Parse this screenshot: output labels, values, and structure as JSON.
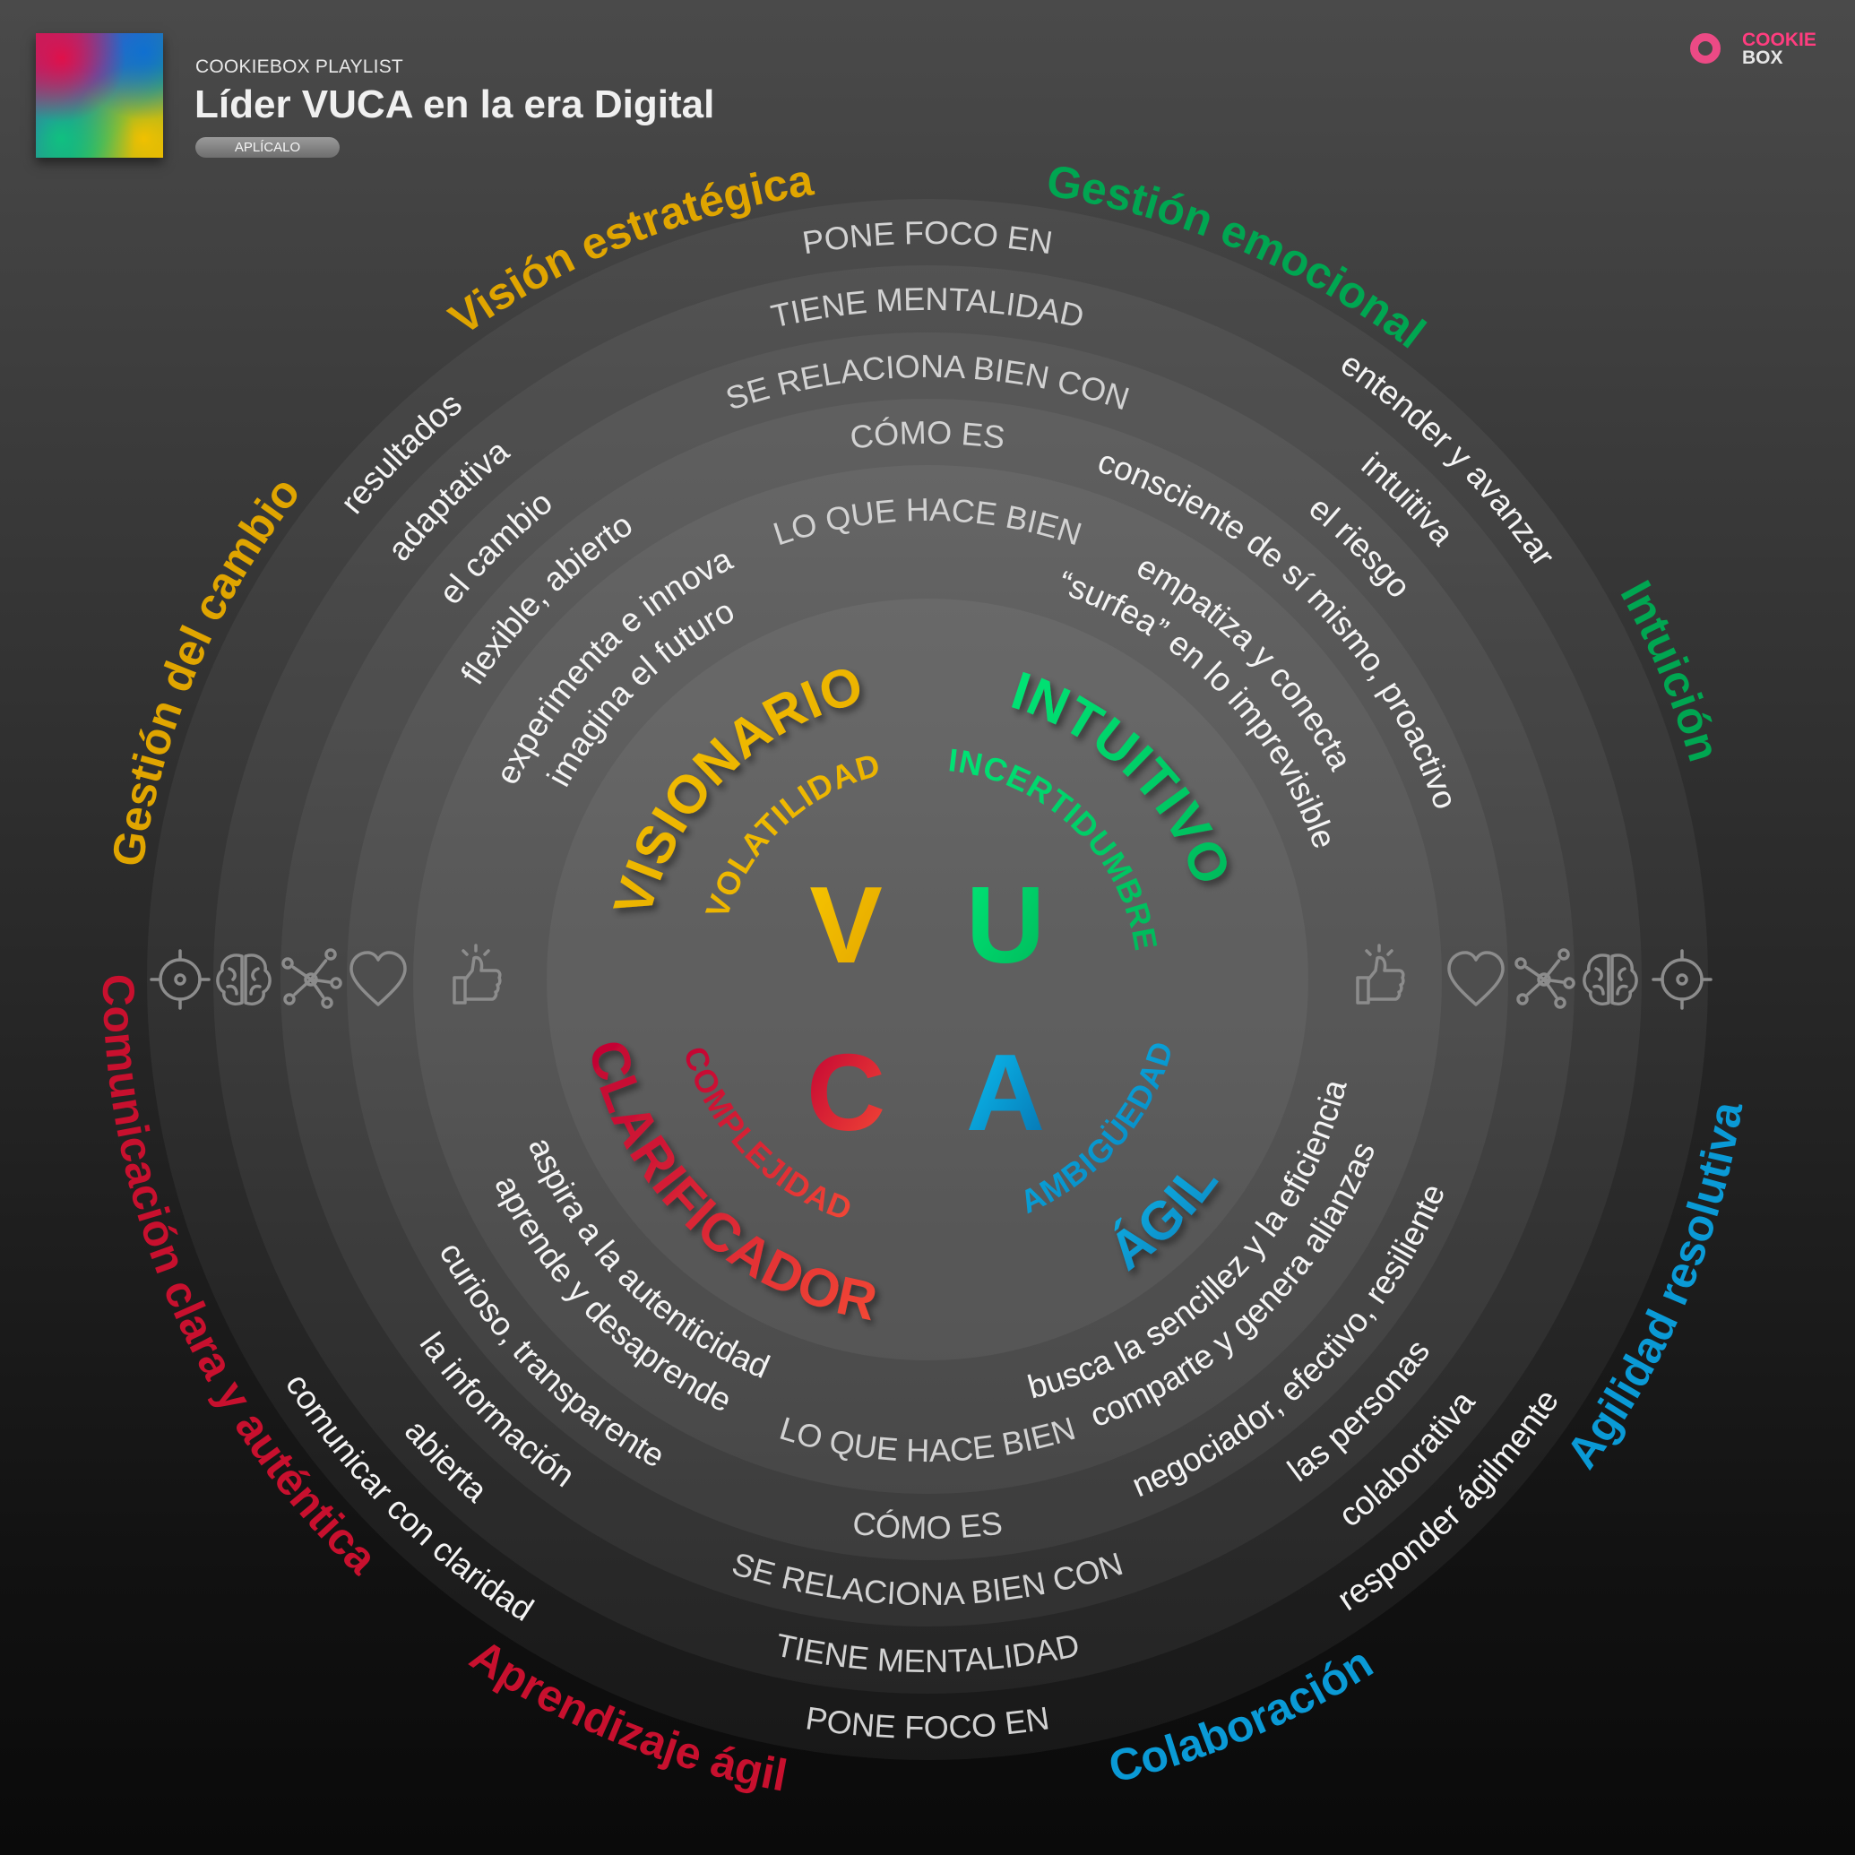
{
  "header": {
    "kicker": "COOKIEBOX PLAYLIST",
    "title": "Líder VUCA en la era Digital",
    "button": "APLÍCALO",
    "logo_line1": "COOKIE",
    "logo_line2": "BOX"
  },
  "rings": [
    "PONE FOCO EN",
    "TIENE MENTALIDAD",
    "SE RELACIONA BIEN CON",
    "CÓMO ES",
    "LO QUE HACE BIEN"
  ],
  "quadrants": [
    {
      "position": "top-left",
      "letter": "V",
      "word": "VOLATILIDAD",
      "profile": "VISIONARIO",
      "colors": [
        "#f7c600",
        "#e3a500"
      ],
      "category_color": "#e0a500",
      "categories": [
        "Visión estratégica",
        "Gestión del cambio"
      ],
      "items": [
        "resultados",
        "adaptativa",
        "el cambio",
        "flexible, abierto",
        "experimenta e innova",
        "imagina el futuro"
      ]
    },
    {
      "position": "top-right",
      "letter": "U",
      "word": "INCERTIDUMBRE",
      "profile": "INTUITIVO",
      "colors": [
        "#00e676",
        "#00b85a"
      ],
      "category_color": "#00a651",
      "categories": [
        "Gestión emocional",
        "Intuición"
      ],
      "items": [
        "entender y avanzar",
        "intuitiva",
        "el riesgo",
        "consciente de sí mismo, proactivo",
        "empatiza y conecta",
        "“surfea” en lo imprevisible"
      ]
    },
    {
      "position": "bottom-right",
      "letter": "A",
      "word": "AMBIGÜEDAD",
      "profile": "ÁGIL",
      "colors": [
        "#0bc4f5",
        "#0672b0"
      ],
      "category_color": "#0a9ad6",
      "categories": [
        "Agilidad resolutiva",
        "Colaboración"
      ],
      "items": [
        "responder ágilmente",
        "colaborativa",
        "las personas",
        "negociador, efectivo, resiliente",
        "comparte y genera alianzas",
        "busca la sencillez y la eficiencia"
      ]
    },
    {
      "position": "bottom-left",
      "letter": "C",
      "word": "COMPLEJIDAD",
      "profile": "CLARIFICADOR",
      "colors": [
        "#c00033",
        "#f44a36"
      ],
      "category_color": "#c8102e",
      "categories": [
        "Aprendizaje ágil",
        "Comunicación clara y auténtica"
      ],
      "items": [
        "comunicar con claridad",
        "abierta",
        "la información",
        "curioso, transparente",
        "aprende y desaprende",
        "aspira a la autenticidad"
      ]
    }
  ],
  "axis_icons": [
    "target-icon",
    "brain-icon",
    "network-icon",
    "heart-icon",
    "thumbs-up-icon"
  ]
}
